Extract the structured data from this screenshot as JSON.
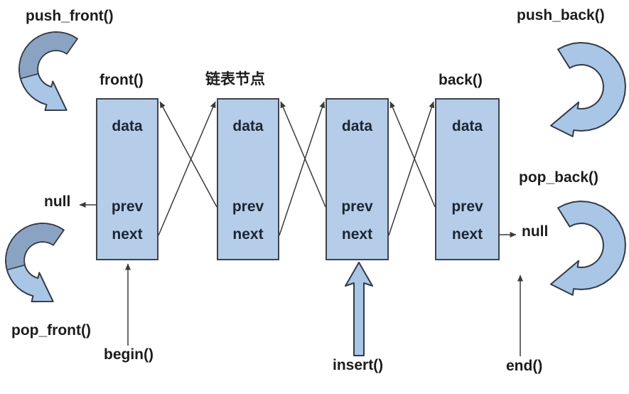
{
  "diagram": {
    "description_visible_text_only": true
  },
  "operation_labels": {
    "push_front": "push_front()",
    "pop_front": "pop_front()",
    "push_back": "push_back()",
    "pop_back": "pop_back()",
    "begin": "begin()",
    "insert": "insert()",
    "end": "end()"
  },
  "node_pointer_labels": {
    "front": "front()",
    "middle_node_title": "链表节点",
    "back": "back()"
  },
  "null_labels": {
    "left": "null",
    "right": "null"
  },
  "nodes": [
    {
      "data": "data",
      "prev": "prev",
      "next": "next"
    },
    {
      "data": "data",
      "prev": "prev",
      "next": "next"
    },
    {
      "data": "data",
      "prev": "prev",
      "next": "next"
    },
    {
      "data": "data",
      "prev": "prev",
      "next": "next"
    }
  ],
  "colors": {
    "node_fill": "#b5cde8",
    "node_border": "#3d424d",
    "node_text": "#1b2534",
    "label_text": "#1c1c1c",
    "line": "#3a3a3a",
    "arrow_fill": "#a9c6e6",
    "arrow_fill_dark": "#8ba3c2",
    "arrow_outline": "#333a46"
  }
}
